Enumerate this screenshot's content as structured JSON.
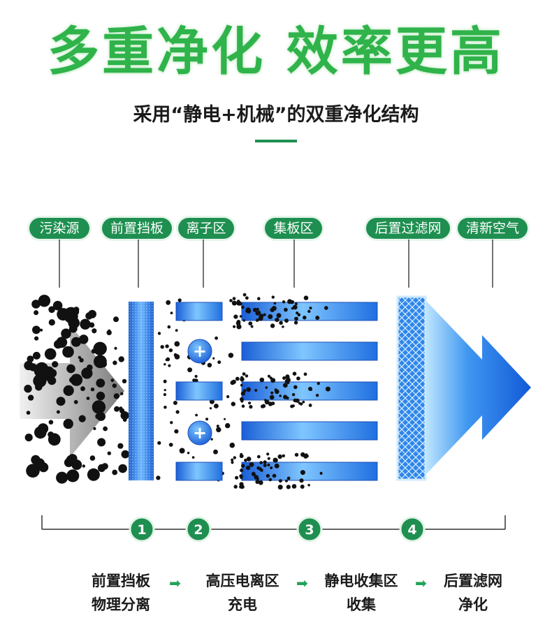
{
  "headline": "多重净化 效率更高",
  "subheadline": "采用“静电+机械”的双重净化结构",
  "zones": [
    {
      "label": "污染源"
    },
    {
      "label": "前置挡板"
    },
    {
      "label": "离子区"
    },
    {
      "label": "集板区"
    },
    {
      "label": "后置过滤网"
    },
    {
      "label": "清新空气"
    }
  ],
  "steps": [
    {
      "number": "1",
      "line1": "前置挡板",
      "line2": "物理分离"
    },
    {
      "number": "2",
      "line1": "高压电离区",
      "line2": "充电"
    },
    {
      "number": "3",
      "line1": "静电收集区",
      "line2": "收集"
    },
    {
      "number": "4",
      "line1": "后置滤网",
      "line2": "净化"
    }
  ],
  "ion_symbol": "+",
  "flow_arrow_icon": "➡",
  "colors": {
    "green_brand": "#2fb34a",
    "green_dark": "#1e8f50",
    "blue_plate": "#1f6fe0",
    "blue_light": "#8fd3ff",
    "particle": "#111111"
  }
}
